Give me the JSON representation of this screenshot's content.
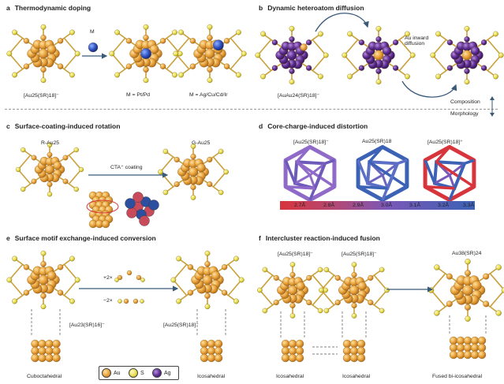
{
  "panels": {
    "a": {
      "letter": "a",
      "title": "Thermodynamic doping",
      "dopant": "M",
      "labels": [
        "[Au25(SR)18]⁻",
        "M = Pt/Pd",
        "M = Ag/Cu/Cd/Ir"
      ]
    },
    "b": {
      "letter": "b",
      "title": "Dynamic heteroatom diffusion",
      "labels": [
        "[AuAu24(SR)18]⁻"
      ],
      "arrow_note": "Au inward diffusion"
    },
    "c": {
      "letter": "c",
      "title": "Surface-coating-induced rotation",
      "labels": [
        "R-Au25",
        "G-Au25"
      ],
      "arrow_note": "CTA⁺ coating"
    },
    "d": {
      "letter": "d",
      "title": "Core-charge-induced distortion",
      "labels": [
        "[Au25(SR)18]⁻",
        "Au25(SR)18",
        "[Au25(SR)18]⁺"
      ],
      "scale": [
        "2.7Å",
        "2.8Å",
        "2.9Å",
        "3.0Å",
        "3.1Å",
        "3.2Å",
        "3.3Å"
      ]
    },
    "e": {
      "letter": "e",
      "title": "Surface motif exchange-induced conversion",
      "labels": [
        "[Au23(SR)16]⁻",
        "[Au25(SR)18]⁻",
        "Cuboctahedral",
        "Icosahedral"
      ],
      "exchange": [
        "+2×",
        "−2×"
      ]
    },
    "f": {
      "letter": "f",
      "title": "Intercluster reaction-induced fusion",
      "labels": [
        "[Au25(SR)18]⁻",
        "[Au25(SR)18]⁻",
        "Au38(SR)24",
        "Icosahedral",
        "Icosahedral",
        "Fused bi-icosahedral"
      ]
    }
  },
  "side_labels": {
    "composition": "Composition",
    "morphology": "Morphology"
  },
  "legend": [
    {
      "label": "Au",
      "color": "#e8a23a"
    },
    {
      "label": "S",
      "color": "#e8e04a"
    },
    {
      "label": "Ag",
      "color": "#6a3d9a"
    }
  ],
  "colors": {
    "au": "#e8a23a",
    "s": "#e5dc4a",
    "ag": "#5c2d91",
    "arrow": "#3a5a7a",
    "red": "#d8343c",
    "blue": "#3b62b4"
  }
}
